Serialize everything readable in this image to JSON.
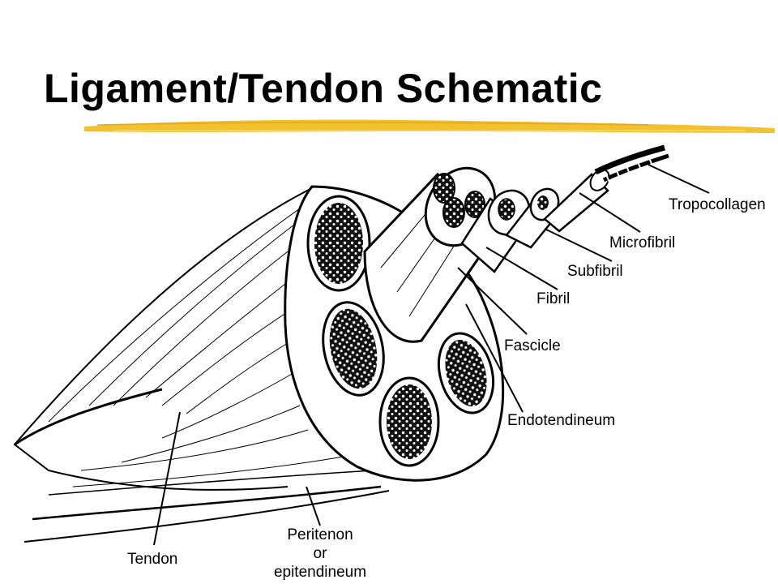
{
  "slide": {
    "title": "Ligament/Tendon Schematic",
    "accent_color": "#F2C12E"
  },
  "labels": {
    "tropocollagen": "Tropocollagen",
    "microfibril": "Microfibril",
    "subfibril": "Subfibril",
    "fibril": "Fibril",
    "fascicle": "Fascicle",
    "endotendineum": "Endotendineum",
    "tendon": "Tendon",
    "peritenon_line1": "Peritenon",
    "peritenon_line2": "or",
    "peritenon_line3": "epitendineum"
  }
}
